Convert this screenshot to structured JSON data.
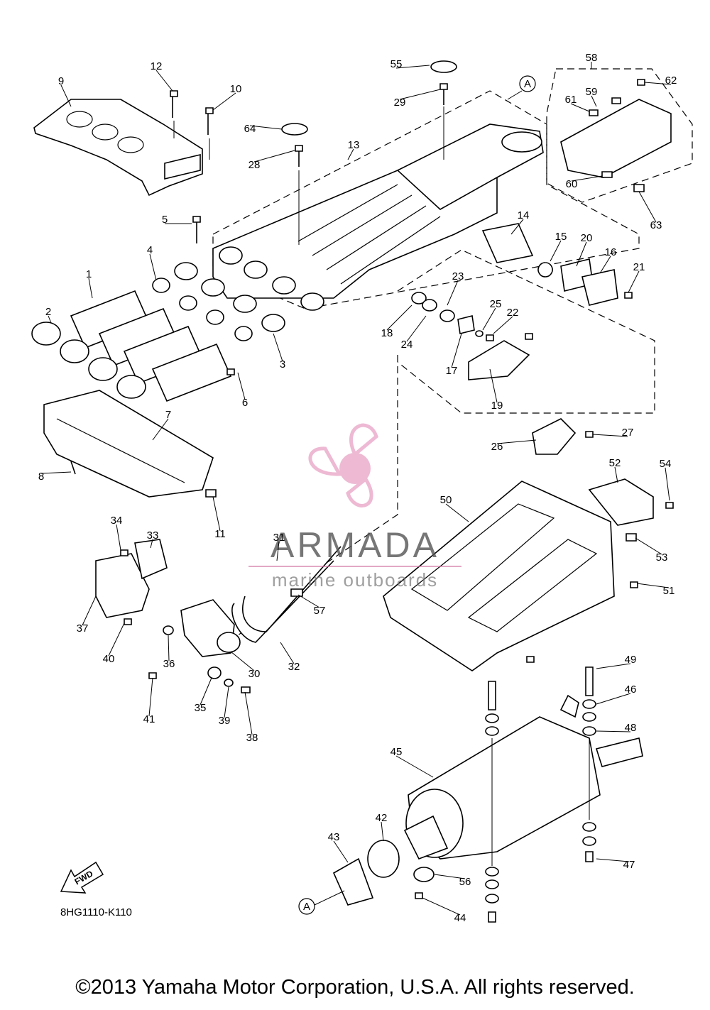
{
  "diagram_code": "8HG1110-K110",
  "copyright": "©2013 Yamaha Motor Corporation, U.S.A. All rights reserved.",
  "fwd_label": "FWD",
  "ref_marker": "A",
  "watermark": {
    "brand": "ARMADA",
    "tagline": "marine outboards"
  },
  "callouts": [
    "1",
    "2",
    "3",
    "4",
    "5",
    "6",
    "7",
    "8",
    "9",
    "10",
    "11",
    "12",
    "13",
    "14",
    "15",
    "16",
    "17",
    "18",
    "19",
    "20",
    "21",
    "22",
    "23",
    "24",
    "25",
    "26",
    "27",
    "28",
    "29",
    "30",
    "31",
    "32",
    "33",
    "34",
    "35",
    "36",
    "37",
    "38",
    "39",
    "40",
    "41",
    "42",
    "43",
    "44",
    "45",
    "46",
    "47",
    "48",
    "49",
    "50",
    "51",
    "52",
    "53",
    "54",
    "55",
    "56",
    "57",
    "58",
    "59",
    "60",
    "61",
    "62",
    "63",
    "64"
  ]
}
